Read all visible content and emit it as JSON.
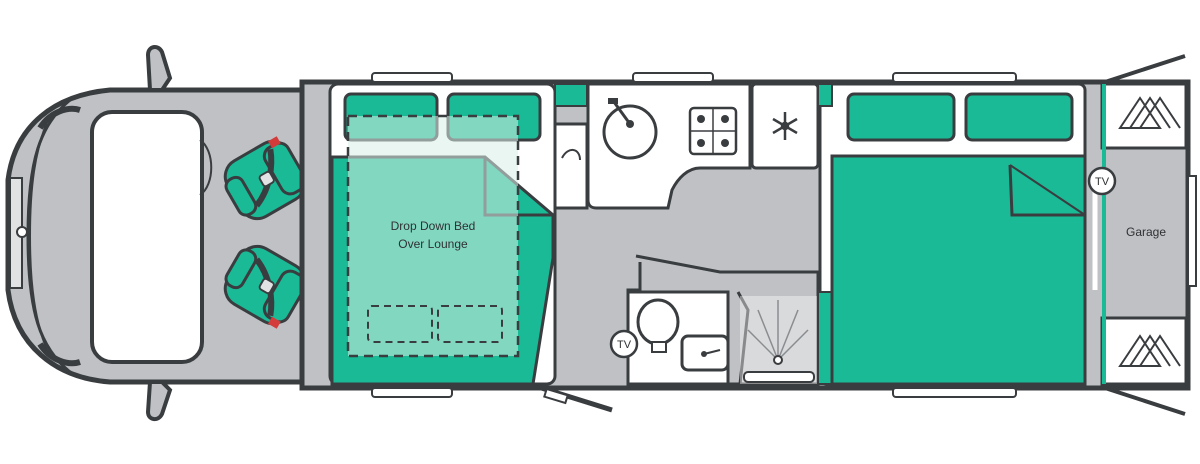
{
  "labels": {
    "drop_down_bed_line1": "Drop Down Bed",
    "drop_down_bed_line2": "Over Lounge",
    "garage": "Garage",
    "tv_rear": "TV",
    "tv_washroom": "TV"
  },
  "colors": {
    "outline": "#3a3d40",
    "floor": "#bfc1c4",
    "teal": "#1aba96",
    "teal_light": "#8ed4bd",
    "white": "#ffffff"
  },
  "icons": {
    "seat": "captain-seat-icon",
    "sink": "sink-icon",
    "hob": "hob-icon",
    "fridge": "snowflake-icon",
    "shower": "shower-icon",
    "storage": "storage-pattern-icon",
    "door": "door-swing-icon"
  }
}
